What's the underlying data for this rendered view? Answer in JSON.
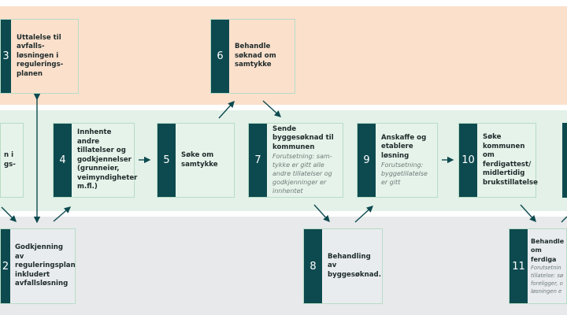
{
  "colors": {
    "dark": "#0d4a4f",
    "peach_band": "#fbe0cc",
    "green_band": "#e3f1e8",
    "grey_band": "#e7e9eb",
    "border": "#b7dcc6"
  },
  "steps": [
    {
      "num": "3",
      "title": "Uttalelse til avfalls-løsningen i regulerings-planen"
    },
    {
      "num": "6",
      "title": "Behandle søknad om samtykke"
    },
    {
      "num": "",
      "title": "n i gs-"
    },
    {
      "num": "4",
      "title": "Innhente andre tillatelser og godkjennelser (grunneier, veimyndigheter m.fl.)"
    },
    {
      "num": "5",
      "title": "Søke om samtykke"
    },
    {
      "num": "7",
      "title": "Sende byggesøknad til kommunen",
      "note": "Forutsetning: sam-tykke er gitt alle andre tillatelser og godkjenninger er innhentet"
    },
    {
      "num": "9",
      "title": "Anskaffe og etablere løsning",
      "note": "Forutsetning: byggetillatelse er gitt"
    },
    {
      "num": "10",
      "title": "Søke kommunen om ferdigattest/ midlertidig brukstillatelse"
    },
    {
      "num": "2",
      "title": "Godkjenning av reguleringsplan inkludert avfallsløsning"
    },
    {
      "num": "8",
      "title": "Behandling av byggesøknad."
    },
    {
      "num": "11",
      "title": "Behandle om ferdiga",
      "note": "Forutsetnin tillatelse: sø foreligger, o løsningen e"
    }
  ]
}
